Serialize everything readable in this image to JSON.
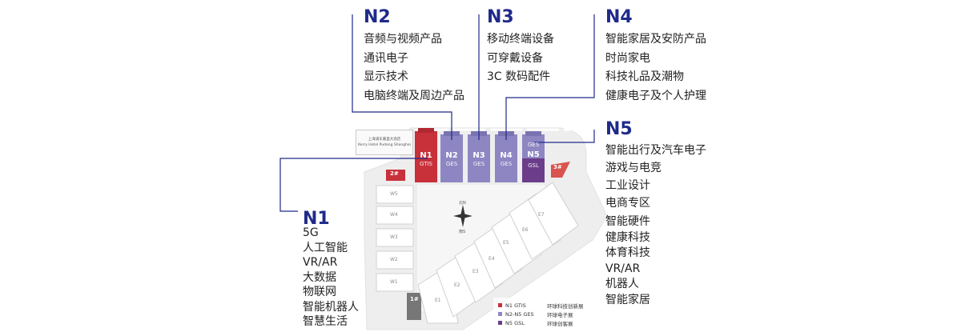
{
  "colors": {
    "accent": "#1f2a8a",
    "red": "#c8303a",
    "violet": "#8d86c2",
    "purple": "#6b3d8a"
  },
  "map": {
    "hotel": {
      "line1": "上海浦东嘉里大酒店",
      "line2": "Kerry Hotel Pudong Shanghai"
    },
    "compass": {
      "north": "北N",
      "south": "南S"
    },
    "halls": {
      "n1": {
        "name": "N1",
        "tag": "GTIS"
      },
      "n2": {
        "name": "N2",
        "tag": "GES"
      },
      "n3": {
        "name": "N3",
        "tag": "GES"
      },
      "n4": {
        "name": "N4",
        "tag": "GES"
      },
      "n5": {
        "top": "GES",
        "name": "N5",
        "tag": "GSL"
      }
    },
    "entrances": {
      "e2": "2#",
      "e3": "3#",
      "e1": "1#"
    },
    "west_halls": [
      "W5",
      "W4",
      "W3",
      "W2",
      "W1"
    ],
    "east_halls": [
      "E1",
      "E2",
      "E3",
      "E4",
      "E5",
      "E6",
      "E7"
    ]
  },
  "groups": {
    "n1": {
      "title": "N1",
      "items": [
        "5G",
        "人工智能",
        "VR/AR",
        "大数据",
        "物联网",
        "智能机器人",
        "智慧生活"
      ]
    },
    "n2": {
      "title": "N2",
      "items": [
        "音频与视频产品",
        "通讯电子",
        "显示技术",
        "电脑终端及周边产品"
      ]
    },
    "n3": {
      "title": "N3",
      "items": [
        "移动终端设备",
        "可穿戴设备",
        "3C 数码配件"
      ]
    },
    "n4": {
      "title": "N4",
      "items": [
        "智能家居及安防产品",
        "时尚家电",
        "科技礼品及潮物",
        "健康电子及个人护理"
      ]
    },
    "n5": {
      "title": "N5",
      "items": [
        "智能出行及汽车电子",
        "游戏与电竞",
        "工业设计",
        "电商专区",
        "智能硬件",
        "健康科技",
        "体育科技",
        "VR/AR",
        "机器人",
        "智能家居"
      ]
    }
  },
  "legend": [
    {
      "key": "N1 GTIS",
      "label": "环球科技创新展"
    },
    {
      "key": "N2-N5 GES",
      "label": "环球电子展"
    },
    {
      "key": "N5 GSL",
      "label": "环球创客展"
    }
  ]
}
